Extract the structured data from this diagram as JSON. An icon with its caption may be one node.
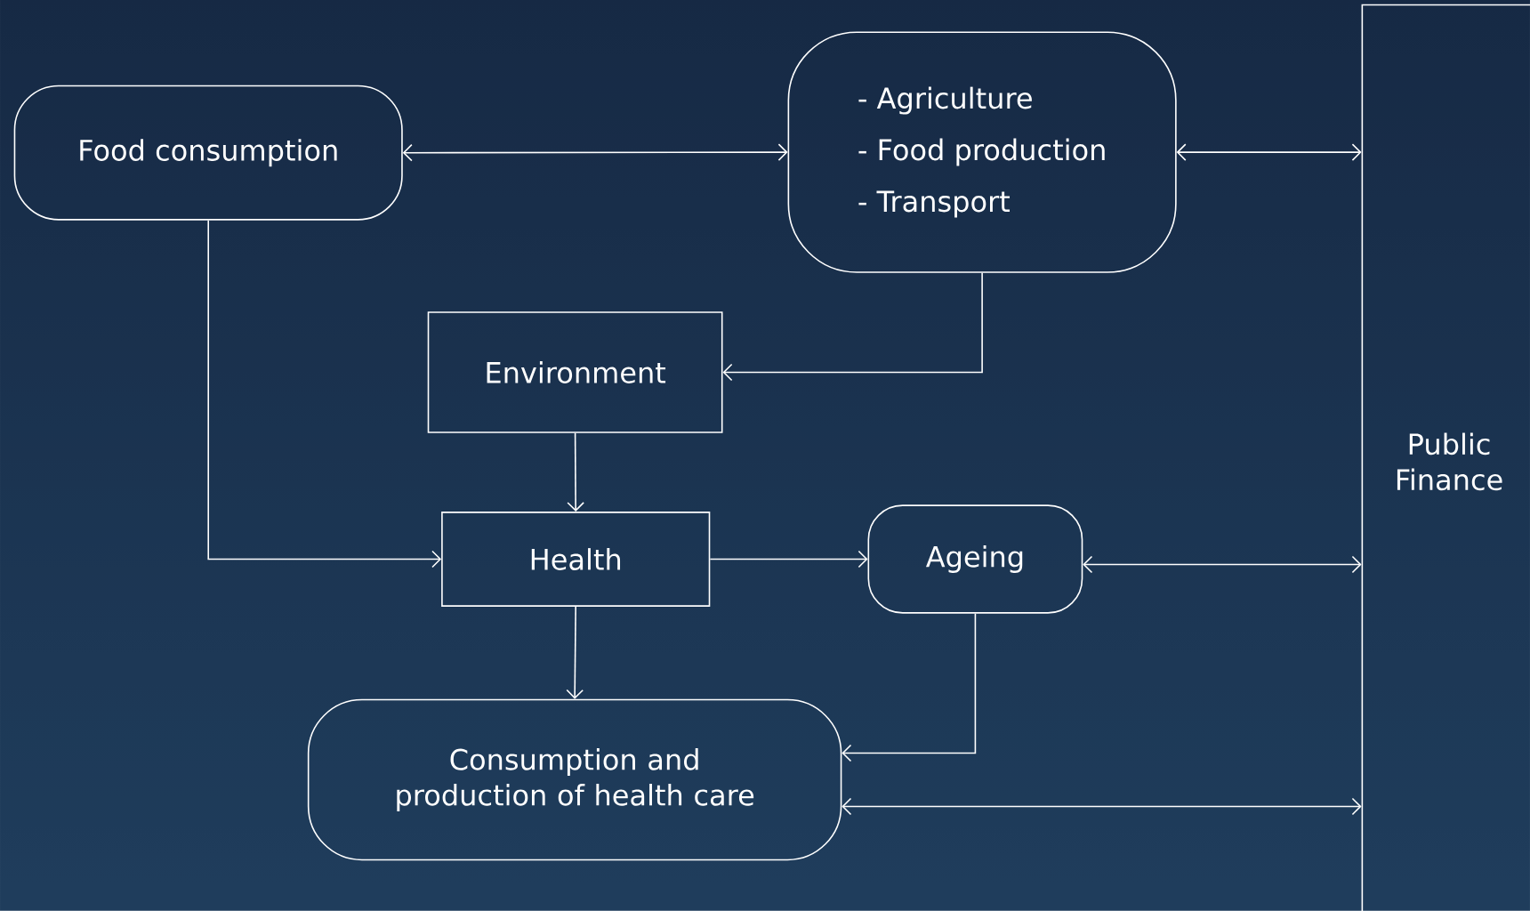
{
  "diagram": {
    "nodes": [
      {
        "text": [
          "Food consumption"
        ]
      },
      {
        "text": [
          "- Agriculture",
          "- Food production",
          "- Transport"
        ]
      },
      {
        "text": [
          "Public Finance"
        ]
      },
      {
        "text": [
          "Environment"
        ]
      },
      {
        "text": [
          "Health"
        ]
      },
      {
        "text": [
          "Ageing"
        ]
      },
      {
        "text": [
          "Consumption and production of health care"
        ]
      }
    ],
    "edges": [
      {
        "from": 0,
        "to": 1,
        "arrow": "both"
      },
      {
        "from": 1,
        "to": 2,
        "arrow": "both"
      },
      {
        "from": 1,
        "to": 3,
        "arrow": "to"
      },
      {
        "from": 0,
        "to": 4,
        "arrow": "to"
      },
      {
        "from": 3,
        "to": 4,
        "arrow": "to"
      },
      {
        "from": 4,
        "to": 5,
        "arrow": "to"
      },
      {
        "from": 5,
        "to": 2,
        "arrow": "both"
      },
      {
        "from": 4,
        "to": 6,
        "arrow": "to"
      },
      {
        "from": 5,
        "to": 6,
        "arrow": "to"
      },
      {
        "from": 6,
        "to": 2,
        "arrow": "both"
      }
    ]
  }
}
